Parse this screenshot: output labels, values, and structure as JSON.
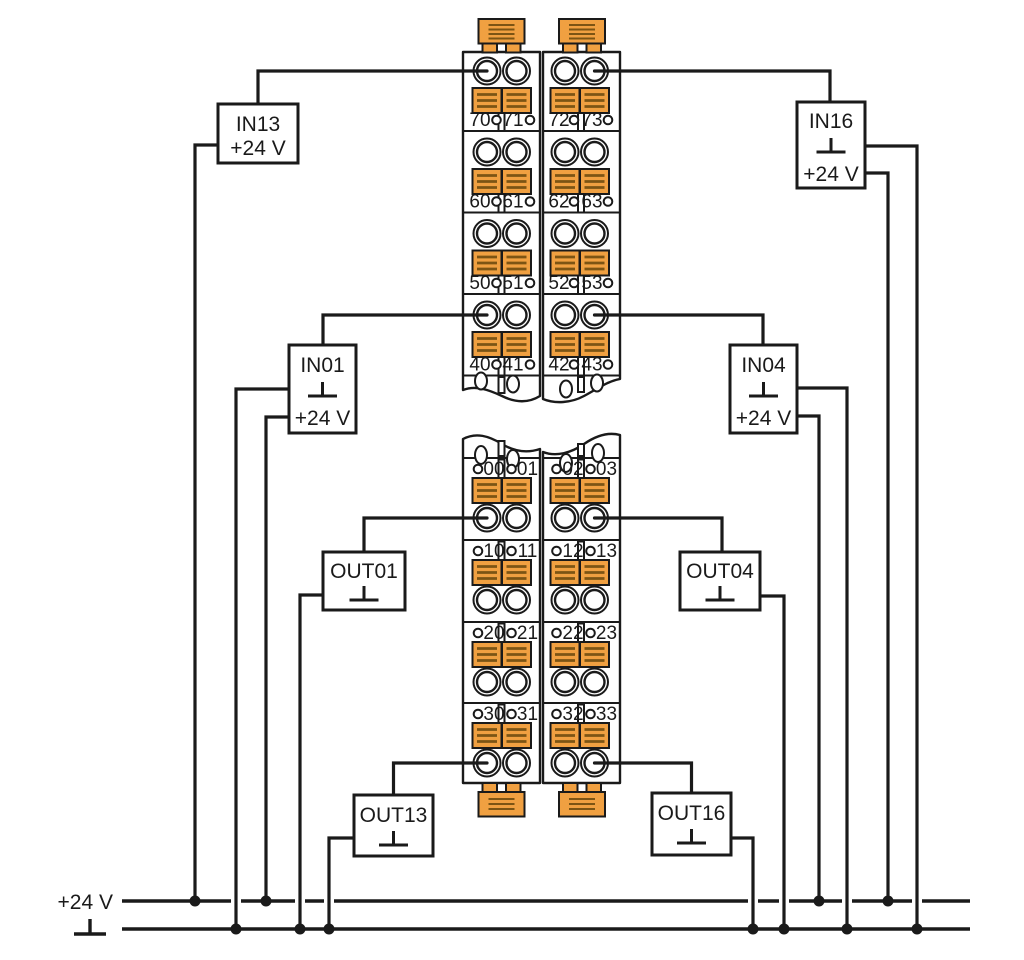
{
  "diagram_type": "terminal-block-wiring-diagram",
  "colors": {
    "line": "#1a1a1a",
    "clamp_orange": "#F0A041",
    "clamp_stripe": "#7C5414",
    "background": "#ffffff"
  },
  "icons": {
    "ground": "earth-ground-symbol",
    "led": "led-indicator-circle"
  },
  "terminal_module": {
    "upper_rows": [
      [
        "70",
        "71",
        "72",
        "73"
      ],
      [
        "60",
        "61",
        "62",
        "63"
      ],
      [
        "50",
        "51",
        "52",
        "53"
      ],
      [
        "40",
        "41",
        "42",
        "43"
      ]
    ],
    "lower_rows": [
      [
        "00",
        "01",
        "02",
        "03"
      ],
      [
        "10",
        "11",
        "12",
        "13"
      ],
      [
        "20",
        "21",
        "22",
        "23"
      ],
      [
        "30",
        "31",
        "32",
        "33"
      ]
    ]
  },
  "io_boxes": {
    "in13": {
      "title": "IN13",
      "voltage": "+24 V"
    },
    "in16": {
      "title": "IN16",
      "voltage": "+24 V"
    },
    "in01": {
      "title": "IN01",
      "voltage": "+24 V"
    },
    "in04": {
      "title": "IN04",
      "voltage": "+24 V"
    },
    "out01": {
      "title": "OUT01"
    },
    "out04": {
      "title": "OUT04"
    },
    "out13": {
      "title": "OUT13"
    },
    "out16": {
      "title": "OUT16"
    }
  },
  "power_rails": {
    "positive_label": "+24 V"
  }
}
